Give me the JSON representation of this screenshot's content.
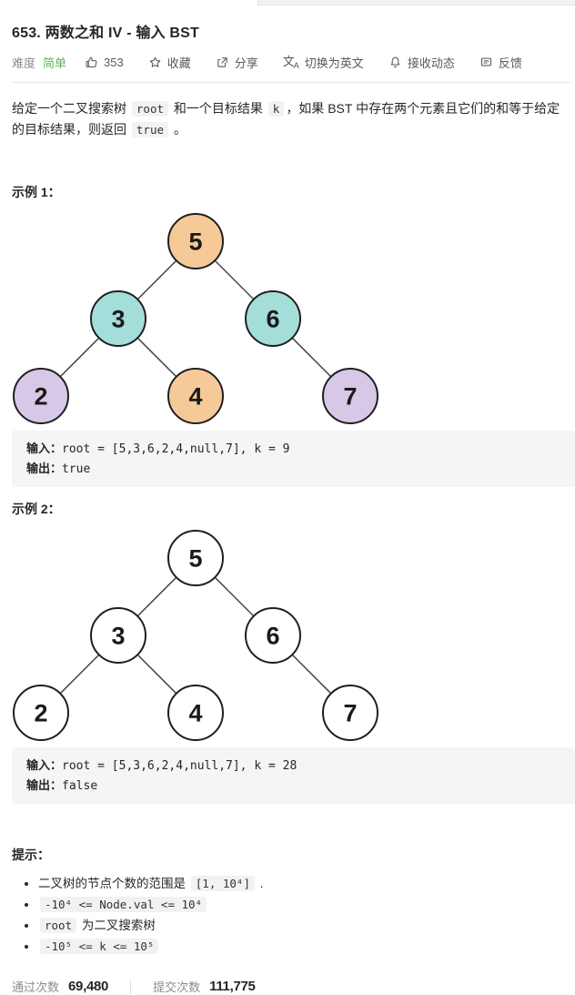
{
  "header": {
    "title": "653. 两数之和 IV - 输入 BST"
  },
  "toolbar": {
    "difficulty_label": "难度",
    "difficulty_value": "简单",
    "difficulty_color": "#5CB85C",
    "likes_count": "353",
    "favorite_label": "收藏",
    "share_label": "分享",
    "switch_lang_label": "切换为英文",
    "translate_glyph_main": "文",
    "translate_glyph_sub": "A",
    "subscribe_label": "接收动态",
    "feedback_label": "反馈"
  },
  "description": {
    "segments": [
      {
        "code": false,
        "text": "给定一个二叉搜索树 "
      },
      {
        "code": true,
        "text": "root"
      },
      {
        "code": false,
        "text": " 和一个目标结果 "
      },
      {
        "code": true,
        "text": "k"
      },
      {
        "code": false,
        "text": "，如果 BST 中存在两个元素且它们的和等于给定的目标结果，则返回 "
      },
      {
        "code": true,
        "text": "true"
      },
      {
        "code": false,
        "text": " 。"
      }
    ]
  },
  "example1": {
    "heading": "示例 1：",
    "input_label": "输入：",
    "input_value": "root = [5,3,6,2,4,null,7], k = 9",
    "output_label": "输出：",
    "output_value": "true"
  },
  "example2": {
    "heading": "示例 2：",
    "input_label": "输入：",
    "input_value": "root = [5,3,6,2,4,null,7], k = 28",
    "output_label": "输出：",
    "output_value": "false"
  },
  "trees": [
    {
      "name": "example1-tree",
      "node_stroke": "#1f1f1f",
      "edge_color": "#424242",
      "nodes": [
        {
          "value": "5",
          "fill": "#F6C998"
        },
        {
          "value": "3",
          "fill": "#A4DEDA"
        },
        {
          "value": "6",
          "fill": "#A4DEDA"
        },
        {
          "value": "2",
          "fill": "#D8C8E7"
        },
        {
          "value": "4",
          "fill": "#F6C998"
        },
        {
          "value": "7",
          "fill": "#D8C8E7"
        }
      ]
    },
    {
      "name": "example2-tree",
      "node_stroke": "#1f1f1f",
      "edge_color": "#424242",
      "nodes": [
        {
          "value": "5",
          "fill": "#FFFFFF"
        },
        {
          "value": "3",
          "fill": "#FFFFFF"
        },
        {
          "value": "6",
          "fill": "#FFFFFF"
        },
        {
          "value": "2",
          "fill": "#FFFFFF"
        },
        {
          "value": "4",
          "fill": "#FFFFFF"
        },
        {
          "value": "7",
          "fill": "#FFFFFF"
        }
      ]
    }
  ],
  "hints": {
    "heading": "提示：",
    "items": [
      {
        "segments": [
          {
            "code": false,
            "text": "二叉树的节点个数的范围是 "
          },
          {
            "code": true,
            "text": "[1, 10⁴]"
          },
          {
            "code": false,
            "text": " ."
          }
        ]
      },
      {
        "segments": [
          {
            "code": true,
            "text": "-10⁴ <= Node.val <= 10⁴"
          }
        ]
      },
      {
        "segments": [
          {
            "code": true,
            "text": "root"
          },
          {
            "code": false,
            "text": " 为二叉搜索树"
          }
        ]
      },
      {
        "segments": [
          {
            "code": true,
            "text": "-10⁵ <= k <= 10⁵"
          }
        ]
      }
    ]
  },
  "footer": {
    "accepted_label": "通过次数",
    "accepted_value": "69,480",
    "submissions_label": "提交次数",
    "submissions_value": "111,775"
  }
}
